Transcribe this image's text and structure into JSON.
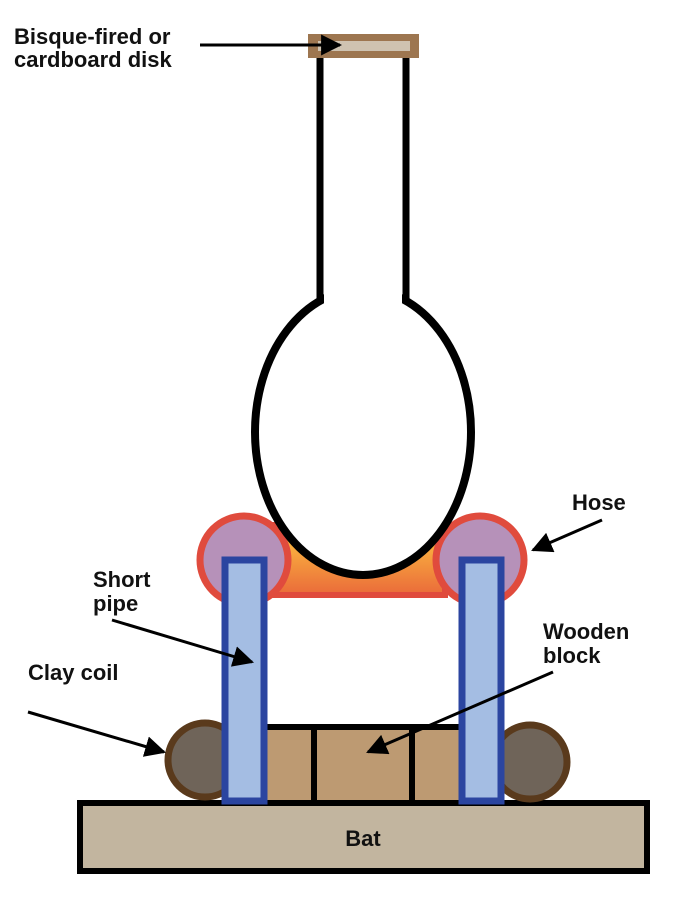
{
  "labels": {
    "disk_line1": "Bisque-fired or",
    "disk_line2": "cardboard disk",
    "hose": "Hose",
    "short_pipe_line1": "Short",
    "short_pipe_line2": "pipe",
    "wooden_block_line1": "Wooden",
    "wooden_block_line2": "block",
    "clay_coil": "Clay coil",
    "bat": "Bat"
  },
  "colors": {
    "outline": "#000000",
    "disk_fill": "#9d7650",
    "disk_inner": "#cfc3b1",
    "hose_outline": "#e04b3d",
    "hose_fill": "#b691b9",
    "pipe_outline": "#2b45a0",
    "pipe_fill": "#a4bde3",
    "gradient_top": "#ffca40",
    "gradient_bottom": "#ea6a3a",
    "block_fill": "#bd9a72",
    "coil_fill": "#6f6459",
    "coil_outline": "#5a3a1c",
    "bat_fill": "#c2b59f"
  }
}
